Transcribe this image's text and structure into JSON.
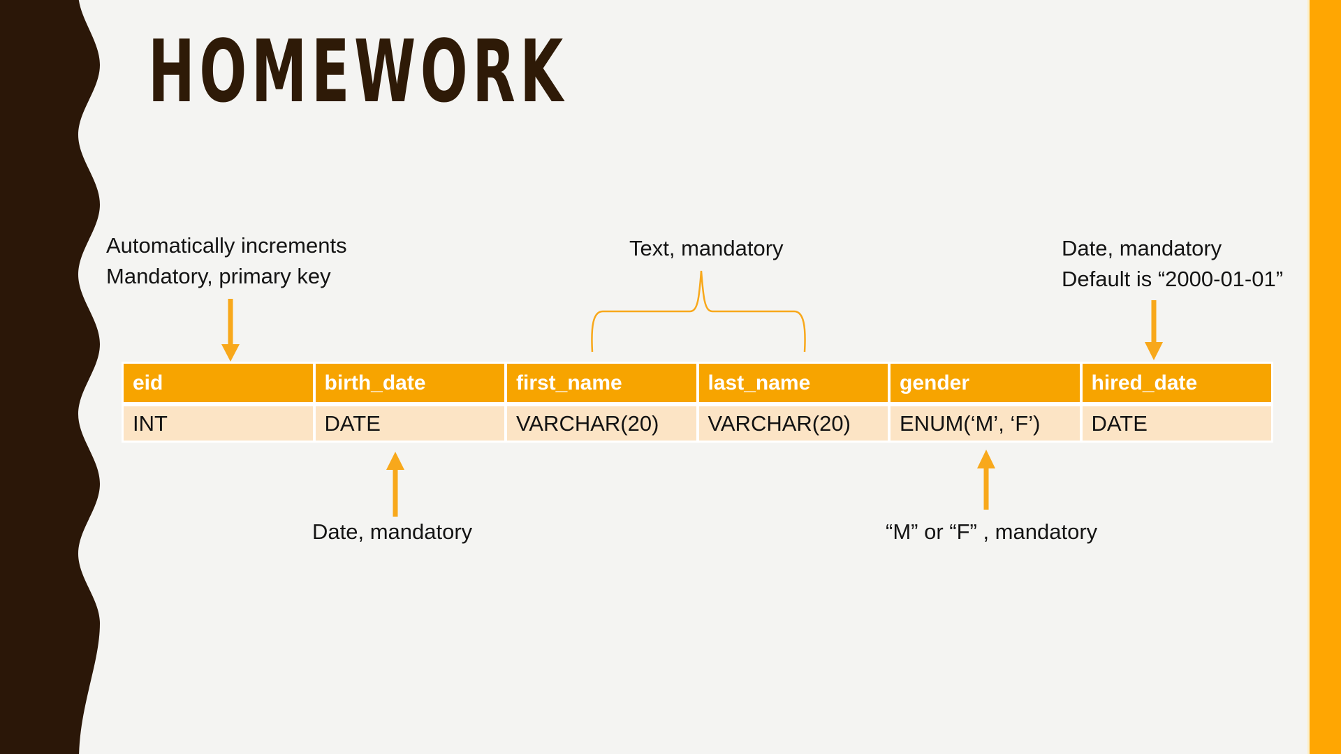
{
  "slide_title": "HOMEWORK",
  "colors": {
    "sidebar_brown": "#2B1708",
    "accent_strip_orange": "#FFA602",
    "table_header_orange": "#F7A400",
    "table_row_peach": "#FCE4C5",
    "arrow_orange": "#F8A81B",
    "background": "#F4F4F2",
    "title_brown": "#2E1A07"
  },
  "table": {
    "headers": [
      "eid",
      "birth_date",
      "first_name",
      "last_name",
      "gender",
      "hired_date"
    ],
    "types": [
      "INT",
      "DATE",
      "VARCHAR(20)",
      "VARCHAR(20)",
      "ENUM(‘M’, ‘F’)",
      "DATE"
    ]
  },
  "annotations": {
    "eid_note": {
      "line1": "Automatically increments",
      "line2": "Mandatory, primary key"
    },
    "name_fields_note": {
      "text": "Text, mandatory"
    },
    "hired_date_note": {
      "line1": "Date, mandatory",
      "line2": "Default is “2000-01-01”"
    },
    "birth_date_note": {
      "text": "Date, mandatory"
    },
    "gender_note": {
      "text": "“M” or “F” , mandatory"
    }
  }
}
